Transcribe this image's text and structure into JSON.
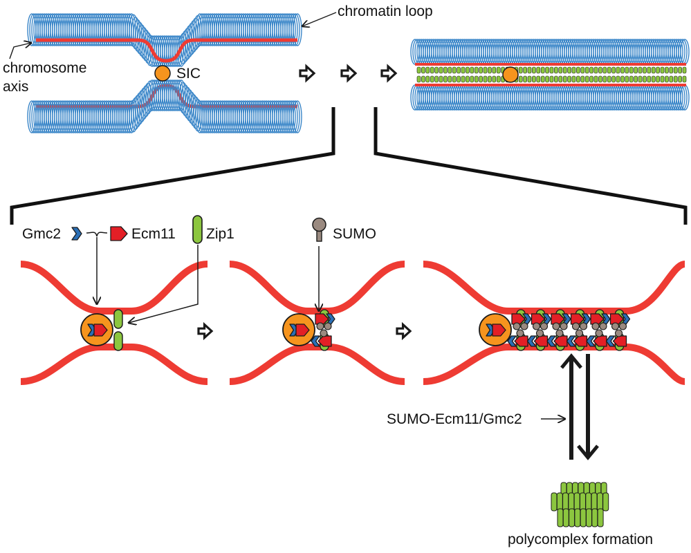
{
  "labels": {
    "chromatin_loop": "chromatin loop",
    "chromosome_axis_line1": "chromosome",
    "chromosome_axis_line2": "axis",
    "sic": "SIC",
    "gmc2": "Gmc2",
    "ecm11": "Ecm11",
    "zip1": "Zip1",
    "sumo": "SUMO",
    "sumo_ecm11_gmc2": "SUMO-Ecm11/Gmc2",
    "polycomplex_formation": "polycomplex formation"
  },
  "colors": {
    "chromatin": "#3a86c8",
    "axis": "#ee3b33",
    "sic": "#f6941e",
    "zip1": "#8cc63f",
    "ecm11": "#e31f26",
    "gmc2": "#2b6fb6",
    "sumo": "#9a8a80",
    "outline": "#1a1a1a"
  },
  "icons": {
    "process_arrow": "hollow-right-arrow",
    "sumo": "lollipop-icon",
    "gmc2": "chevron-icon",
    "ecm11": "pentagon-arrow-icon",
    "zip1": "rounded-rod-icon"
  }
}
